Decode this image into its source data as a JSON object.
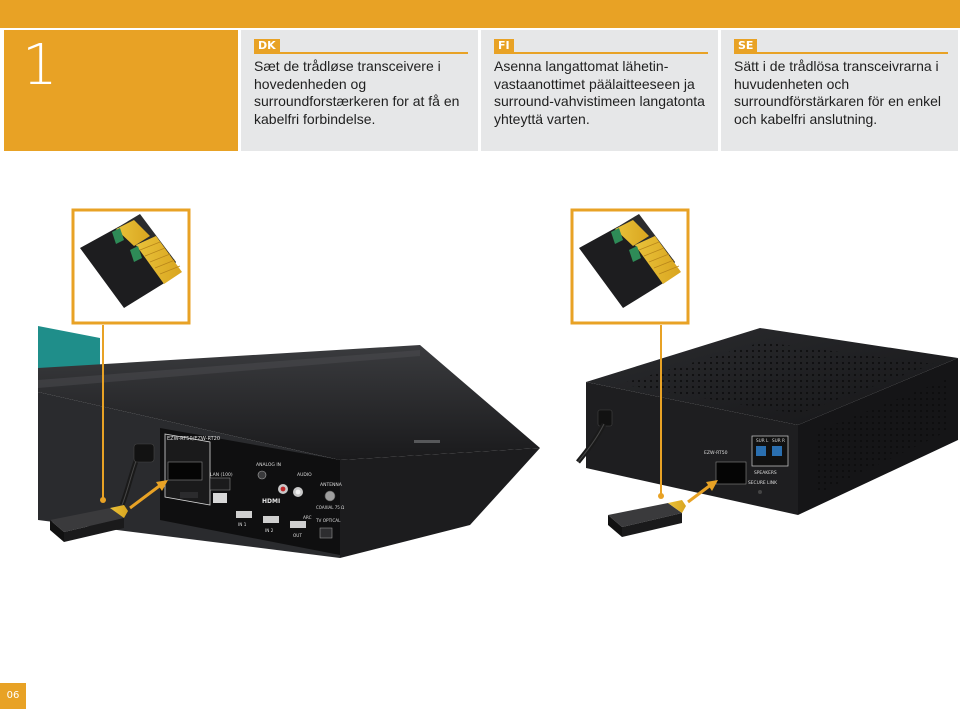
{
  "step": {
    "number": "1"
  },
  "panels": [
    {
      "lang": "DK",
      "text": "Sæt de trådløse transceivere i hovedenheden og surroundforstærkeren for at få en kabelfri forbindelse."
    },
    {
      "lang": "FI",
      "text": "Asenna langattomat lähetin­vastaanottimet päälaitteeseen ja surround-vahvistimeen langatonta yhteyttä varten."
    },
    {
      "lang": "SE",
      "text": "Sätt i de trådlösa transceivrarna i huvudenheten och surroundförstärkaren för en enkel och kabelfri anslutning."
    }
  ],
  "labels": {
    "main_slot": "EZW-RT50/EZW-RT20",
    "lan": "LAN (100)",
    "analog_in": "ANALOG IN",
    "audio": "AUDIO",
    "antenna": "ANTENNA",
    "coaxial": "COAXIAL 75 Ω",
    "hdmi": "HDMI",
    "hdmi_in1": "IN 1",
    "hdmi_in2": "IN 2",
    "hdmi_arc": "ARC",
    "hdmi_out": "OUT",
    "tv_optical": "TV OPTICAL",
    "sub_slot": "EZW-RT50",
    "sur_l": "SUR L",
    "sur_r": "SUR R",
    "speakers": "SPEAKERS",
    "secure_link": "SECURE LINK"
  },
  "page": {
    "number": "06"
  },
  "colors": {
    "accent": "#e8a225",
    "panel": "#e6e7e8",
    "device": "#1e1e20",
    "teal": "#1f8e8a"
  }
}
